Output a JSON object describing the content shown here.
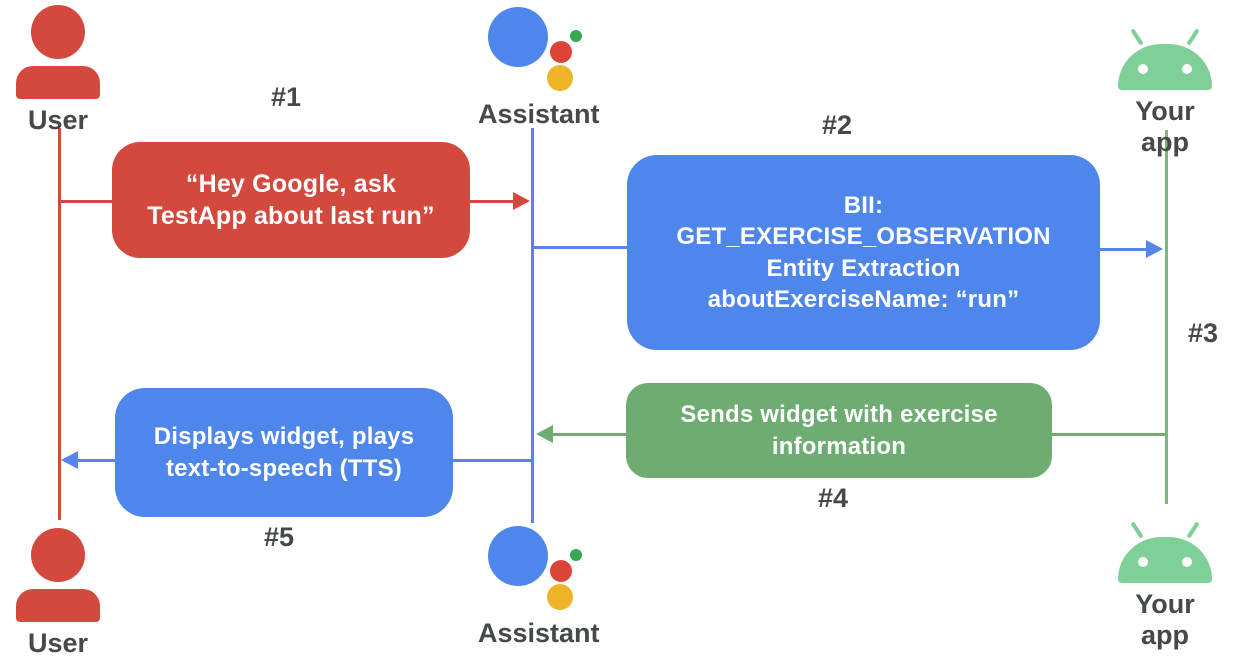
{
  "actors": {
    "top": [
      {
        "label": "User",
        "icon": "person-icon"
      },
      {
        "label": "Assistant",
        "icon": "google-assistant-icon"
      },
      {
        "label": "Your app",
        "icon": "android-icon"
      }
    ],
    "bottom": [
      {
        "label": "User",
        "icon": "person-icon"
      },
      {
        "label": "Assistant",
        "icon": "google-assistant-icon"
      },
      {
        "label": "Your app",
        "icon": "android-icon"
      }
    ]
  },
  "steps": [
    {
      "tag": "#1",
      "text": "“Hey Google, ask\nTestApp about last run”",
      "from": "User",
      "to": "Assistant",
      "color": "#D4493D"
    },
    {
      "tag": "#2",
      "text": "BII:\nGET_EXERCISE_OBSERVATION\nEntity Extraction\naboutExerciseName: “run”",
      "from": "Assistant",
      "to": "Your app",
      "color": "#4E86EC"
    },
    {
      "tag": "#3",
      "from": "Your app",
      "to": "Your app",
      "color": "#7CB97E"
    },
    {
      "tag": "#4",
      "text": "Sends widget with exercise\ninformation",
      "from": "Your app",
      "to": "Assistant",
      "color": "#6EAC72"
    },
    {
      "tag": "#5",
      "text": "Displays widget, plays\ntext-to-speech (TTS)",
      "from": "Assistant",
      "to": "User",
      "color": "#4E86EC"
    }
  ],
  "colors": {
    "red": "#D4493D",
    "blue": "#4E86EC",
    "blue_line": "#5585EB",
    "green_box": "#6EAC72",
    "green_line": "#7CB97E",
    "android_green": "#7FCF99",
    "assistant_logo_red": "#DB4437",
    "assistant_logo_green": "#34A853",
    "assistant_logo_yellow": "#F0B428",
    "label_gray": "#45494B",
    "box_text": "#FFFFFF"
  }
}
